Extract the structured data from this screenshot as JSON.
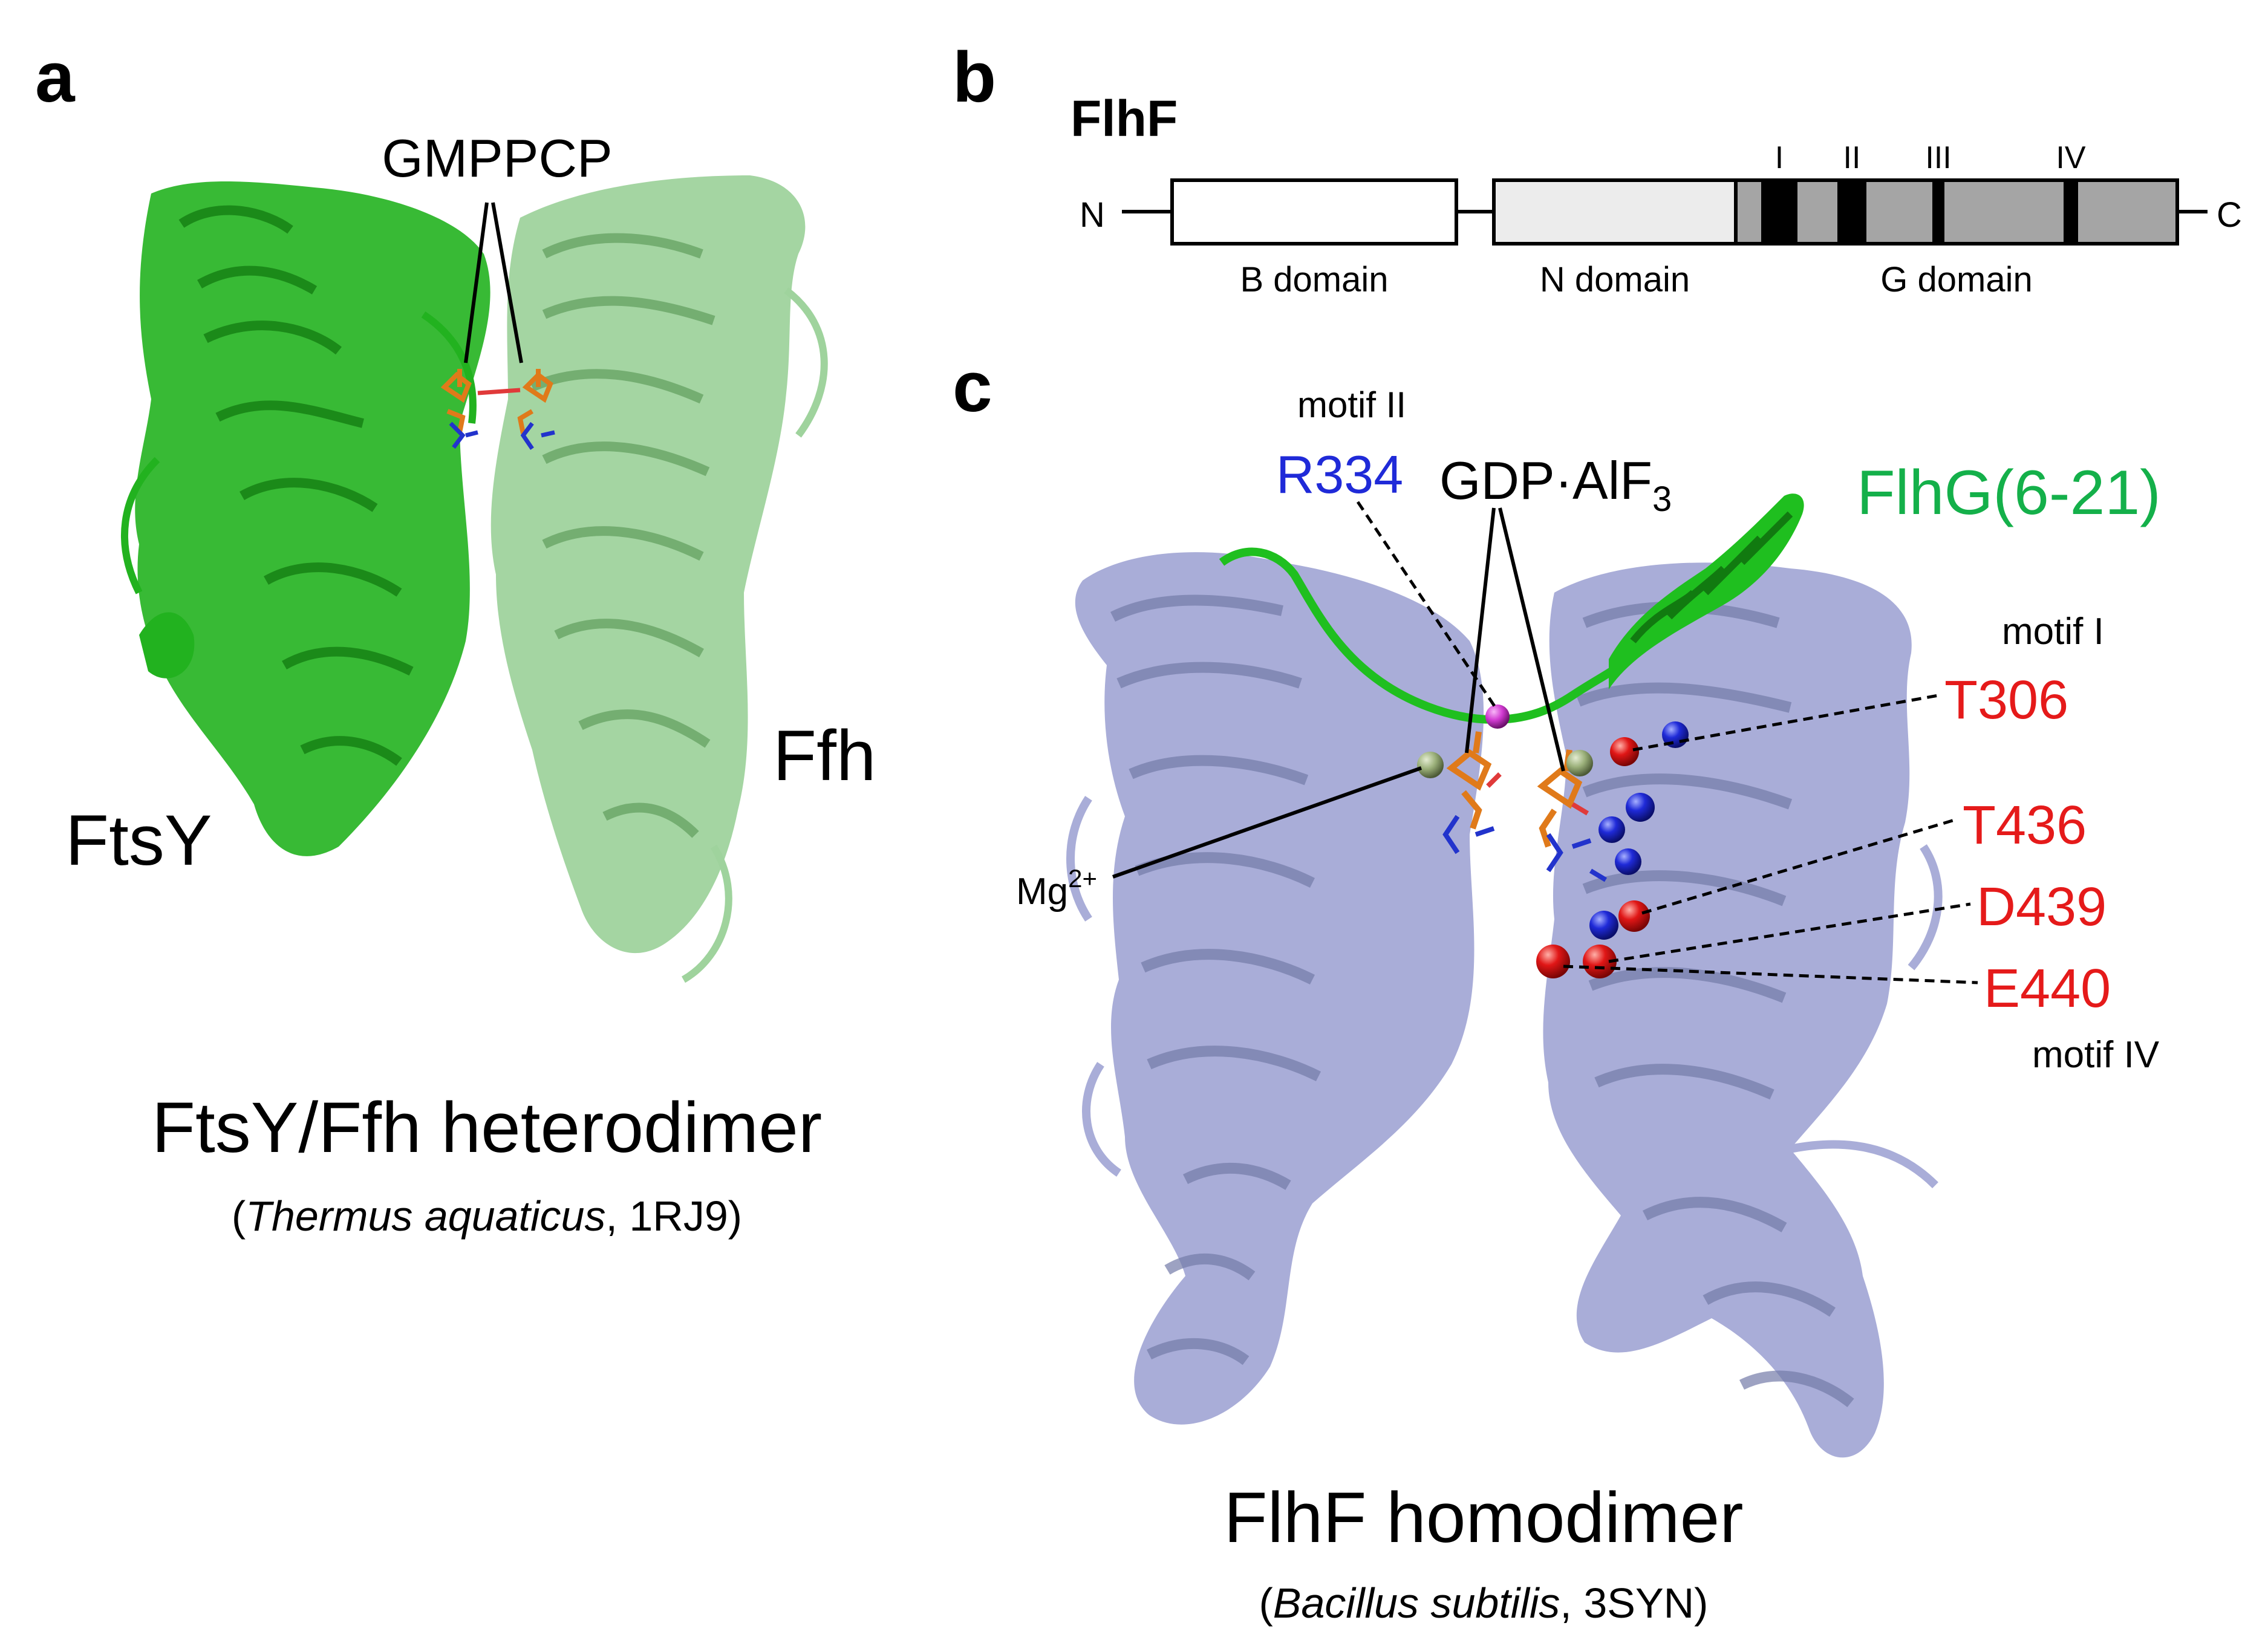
{
  "panels": {
    "a": {
      "letter": "a",
      "ligand_label": "GMPPCP",
      "chain_left_label": "FtsY",
      "chain_right_label": "Ffh",
      "caption_title": "FtsY/Ffh heterodimer",
      "caption_paren_open": "(",
      "caption_species": "Thermus aquaticus",
      "caption_rest": ", 1RJ9)"
    },
    "b": {
      "letter": "b",
      "protein_name": "FlhF",
      "n_terminus": "N",
      "c_terminus": "C",
      "domains": [
        "B domain",
        "N domain",
        "G domain"
      ],
      "motifs": [
        "I",
        "II",
        "III",
        "IV"
      ]
    },
    "c": {
      "letter": "c",
      "motif2_label": "motif II",
      "r334": "R334",
      "ligand_main": "GDP·AlF",
      "ligand_sub": "3",
      "peptide_label": "FlhG(6-21)",
      "motif1_label": "motif I",
      "residues": [
        "T306",
        "T436",
        "D439",
        "E440"
      ],
      "motif4_label": "motif IV",
      "mg_main": "Mg",
      "mg_sup": "2+",
      "caption_title": "FlhF homodimer",
      "caption_paren_open": "(",
      "caption_species": "Bacillus subtilis",
      "caption_rest": ", 3SYN)"
    }
  },
  "colors": {
    "ftsy": "#22b21f",
    "ffh": "#9fd39d",
    "flhf": "#a9add8",
    "flhg": "#1fbf1f",
    "residue_red": "#e01616",
    "residue_blue": "#1f2ad8",
    "mg": "#9bb07a",
    "r334_sphere": "#d23bd2",
    "label_blue": "#1f2ad8",
    "label_red": "#e51a1a",
    "label_green": "#14b04a"
  }
}
